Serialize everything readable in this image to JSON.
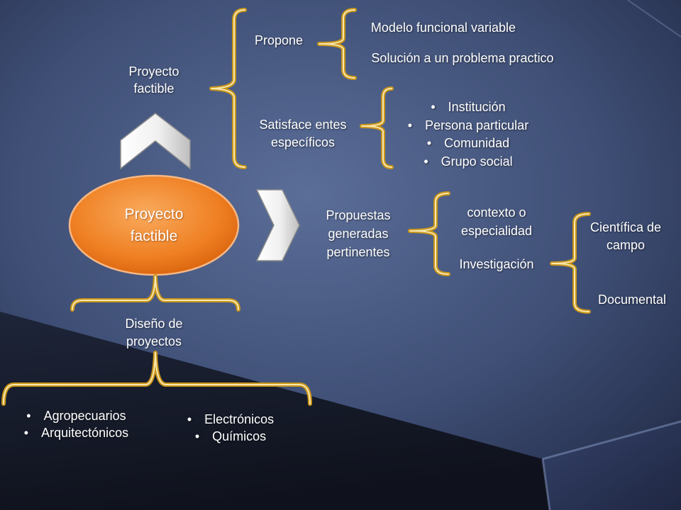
{
  "slide": {
    "top_node": {
      "line1": "Proyecto",
      "line2": "factible"
    },
    "center_node": {
      "line1": "Proyecto",
      "line2": "factible"
    },
    "propone": {
      "label": "Propone",
      "items": [
        "Modelo funcional variable",
        "Solución a un problema practico"
      ]
    },
    "satisface": {
      "line1": "Satisface entes",
      "line2": "específicos",
      "items": [
        "Institución",
        "Persona particular",
        "Comunidad",
        "Grupo social"
      ]
    },
    "propuestas": {
      "lines": [
        "Propuestas",
        "generadas",
        "pertinentes"
      ]
    },
    "contexto": {
      "line1": "contexto o",
      "line2": "especialidad"
    },
    "investigacion": "Investigación",
    "cientifica": {
      "line1": "Científica de",
      "line2": "campo"
    },
    "documental": "Documental",
    "diseno": {
      "line1": "Diseño de",
      "line2": "proyectos"
    },
    "tipos_left": [
      "Agropecuarios",
      "Arquitectónicos"
    ],
    "tipos_right": [
      "Electrónicos",
      "Químicos"
    ]
  },
  "colors": {
    "node_fill": "#ef7f22",
    "brace": "#c9961a",
    "brace_highlight": "#f8e7b0",
    "text": "#ffffff",
    "arrow": "#ffffff"
  }
}
